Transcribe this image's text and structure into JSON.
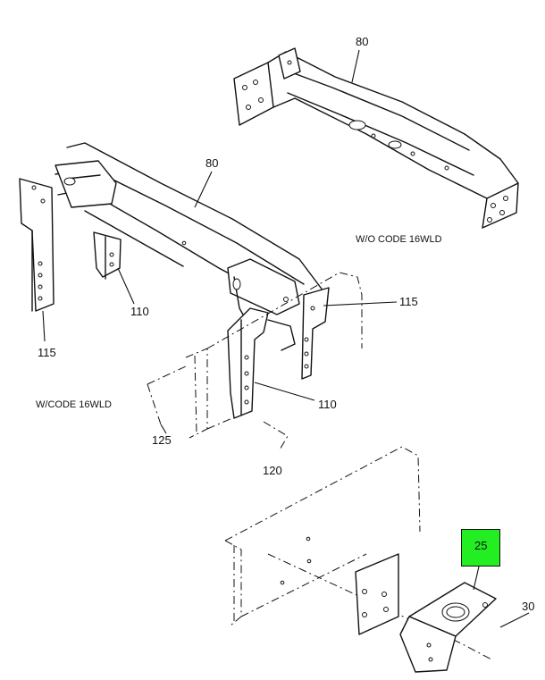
{
  "labels": {
    "top_80": "80",
    "mid_80": "80",
    "right_115": "115",
    "left_115": "115",
    "left_110": "110",
    "mid_110": "110",
    "p125": "125",
    "p120": "120",
    "p25": "25",
    "p30": "30"
  },
  "notes": {
    "without_code": "W/O CODE 16WLD",
    "with_code": "W/CODE 16WLD"
  },
  "colors": {
    "highlight": "#22ee22",
    "line": "#111111"
  }
}
